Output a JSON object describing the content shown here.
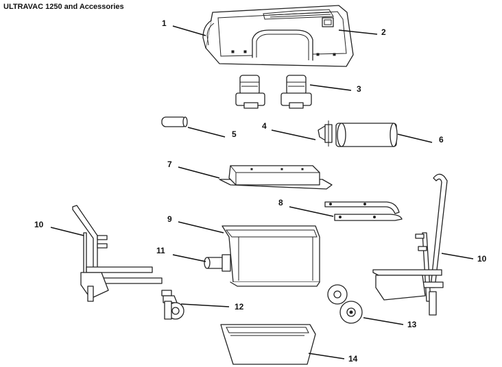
{
  "title": "ULTRAVAC 1250 and Accessories",
  "callouts": [
    {
      "id": "1",
      "label": "1"
    },
    {
      "id": "2",
      "label": "2"
    },
    {
      "id": "3",
      "label": "3"
    },
    {
      "id": "4",
      "label": "4"
    },
    {
      "id": "5",
      "label": "5"
    },
    {
      "id": "6",
      "label": "6"
    },
    {
      "id": "7",
      "label": "7"
    },
    {
      "id": "8",
      "label": "8"
    },
    {
      "id": "9",
      "label": "9"
    },
    {
      "id": "10a",
      "label": "10"
    },
    {
      "id": "10b",
      "label": "10"
    },
    {
      "id": "11",
      "label": "11"
    },
    {
      "id": "12",
      "label": "12"
    },
    {
      "id": "13",
      "label": "13"
    },
    {
      "id": "14",
      "label": "14"
    }
  ]
}
